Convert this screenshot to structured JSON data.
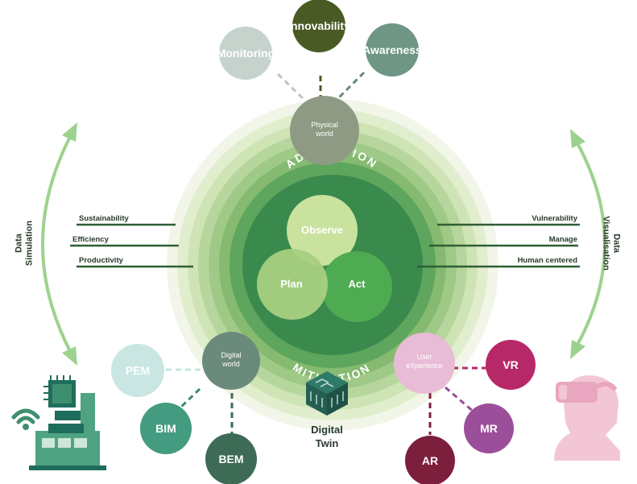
{
  "core": {
    "top_arc_label": "ADAPTATION",
    "bottom_arc_label": "MITIGATION",
    "cycle": [
      "Observe",
      "Plan",
      "Act"
    ]
  },
  "physical": {
    "hub": "Physical world",
    "nodes": [
      "Monitoring",
      "Innovability",
      "Awareness"
    ]
  },
  "digital": {
    "hub": "Digital world",
    "nodes": [
      "PEM",
      "BIM",
      "BEM"
    ]
  },
  "ux": {
    "hub": "User eXperience",
    "nodes": [
      "VR",
      "MR",
      "AR"
    ]
  },
  "twin_label": "Digital Twin",
  "left": {
    "arc_label": "Data Simulation",
    "lines": [
      "Sustainability",
      "Efficiency",
      "Productivity"
    ]
  },
  "right": {
    "arc_label": "Data Visualisation",
    "lines": [
      "Vulnerability",
      "Manage",
      "Human centered"
    ]
  },
  "colors": {
    "dark_green": "#3a8a4e",
    "olive": "#4a5a24",
    "sage": "#8e9a84",
    "teal_grey": "#6a8a7c",
    "pink": "#e8bcd6",
    "magenta": "#b72868",
    "purple": "#9b4e9a",
    "maroon": "#7c1f3c",
    "line_green": "#2f5e35"
  },
  "icons": [
    "factory-wifi-icon",
    "vr-headset-person-icon",
    "circuit-cube-icon"
  ]
}
